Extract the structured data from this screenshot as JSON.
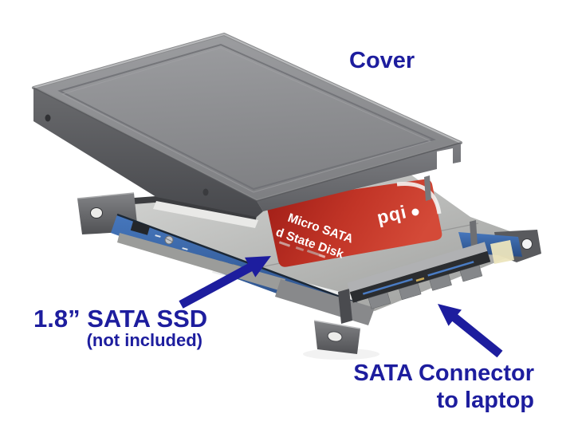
{
  "annotations": {
    "cover": "Cover",
    "ssd_line1": "1.8” SATA SSD",
    "ssd_line2": "(not included)",
    "connector_line1": "SATA Connector",
    "connector_line2": "to laptop"
  },
  "ssd_label": {
    "brand": "pqi",
    "line1": "Micro SATA",
    "line2": "d State Disk"
  },
  "colors": {
    "annotation_blue": "#1d1d9e",
    "cover_gray": "#8c8d8f",
    "silver": "#c9cac8",
    "label_red": "#bf3024",
    "pcb_blue": "#3b68ad",
    "bracket_gray": "#55565a",
    "background": "#ffffff"
  }
}
